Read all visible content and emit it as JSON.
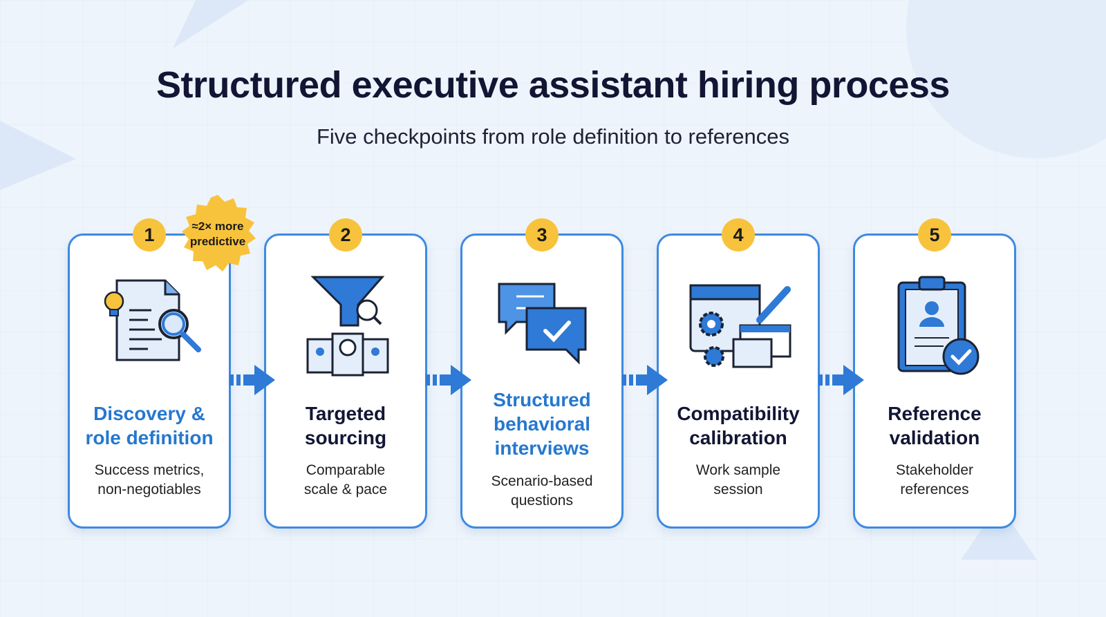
{
  "title": "Structured executive assistant hiring process",
  "subtitle": "Five checkpoints from role definition to references",
  "badge": "≈2× more predictive",
  "steps": [
    {
      "number": "1",
      "title": "Discovery & role definition",
      "description": "Success metrics, non-negotiables",
      "highlight": true
    },
    {
      "number": "2",
      "title": "Targeted sourcing",
      "description": "Comparable scale & pace",
      "highlight": false
    },
    {
      "number": "3",
      "title": "Structured behavioral interviews",
      "description": "Scenario-based questions",
      "highlight": true
    },
    {
      "number": "4",
      "title": "Compatibility calibration",
      "description": "Work sample session",
      "highlight": false
    },
    {
      "number": "5",
      "title": "Reference validation",
      "description": "Stakeholder references",
      "highlight": false
    }
  ],
  "colors": {
    "accent": "#3d8ae0",
    "highlight": "#2578cf",
    "badge": "#f8c33c",
    "text": "#121634"
  }
}
